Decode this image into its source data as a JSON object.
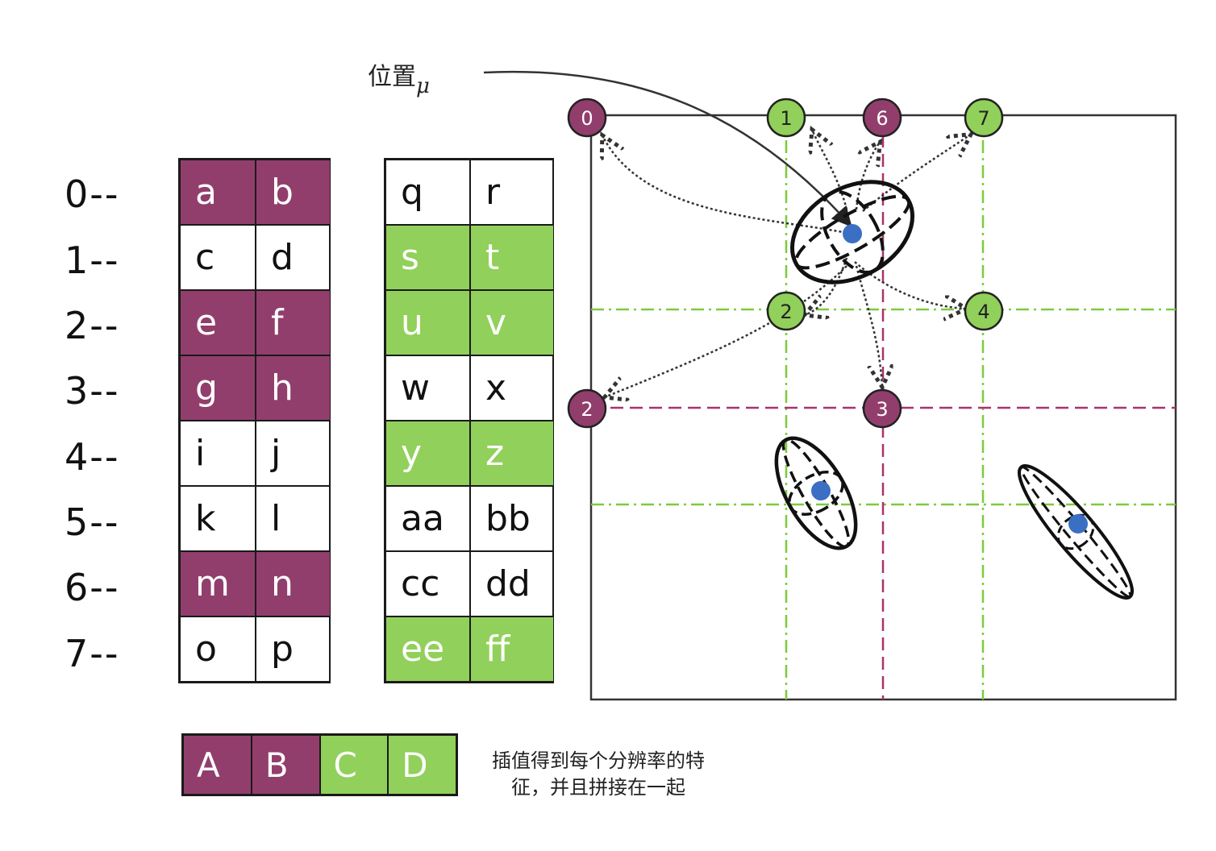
{
  "row_labels": [
    "0--",
    "1--",
    "2--",
    "3--",
    "4--",
    "5--",
    "6--",
    "7--"
  ],
  "table_left": {
    "rows": [
      [
        {
          "t": "a",
          "c": "m"
        },
        {
          "t": "b",
          "c": "m"
        }
      ],
      [
        {
          "t": "c",
          "c": "w"
        },
        {
          "t": "d",
          "c": "w"
        }
      ],
      [
        {
          "t": "e",
          "c": "m"
        },
        {
          "t": "f",
          "c": "m"
        }
      ],
      [
        {
          "t": "g",
          "c": "m"
        },
        {
          "t": "h",
          "c": "m"
        }
      ],
      [
        {
          "t": "i",
          "c": "w"
        },
        {
          "t": "j",
          "c": "w"
        }
      ],
      [
        {
          "t": "k",
          "c": "w"
        },
        {
          "t": "l",
          "c": "w"
        }
      ],
      [
        {
          "t": "m",
          "c": "m"
        },
        {
          "t": "n",
          "c": "m"
        }
      ],
      [
        {
          "t": "o",
          "c": "w"
        },
        {
          "t": "p",
          "c": "w"
        }
      ]
    ]
  },
  "table_right": {
    "rows": [
      [
        {
          "t": "q",
          "c": "w"
        },
        {
          "t": "r",
          "c": "w"
        }
      ],
      [
        {
          "t": "s",
          "c": "g"
        },
        {
          "t": "t",
          "c": "g"
        }
      ],
      [
        {
          "t": "u",
          "c": "g"
        },
        {
          "t": "v",
          "c": "g"
        }
      ],
      [
        {
          "t": "w",
          "c": "w"
        },
        {
          "t": "x",
          "c": "w"
        }
      ],
      [
        {
          "t": "y",
          "c": "g"
        },
        {
          "t": "z",
          "c": "g"
        }
      ],
      [
        {
          "t": "aa",
          "c": "w"
        },
        {
          "t": "bb",
          "c": "w"
        }
      ],
      [
        {
          "t": "cc",
          "c": "w"
        },
        {
          "t": "dd",
          "c": "w"
        }
      ],
      [
        {
          "t": "ee",
          "c": "g"
        },
        {
          "t": "ff",
          "c": "g"
        }
      ]
    ]
  },
  "combined": [
    {
      "t": "A",
      "c": "m"
    },
    {
      "t": "B",
      "c": "m"
    },
    {
      "t": "C",
      "c": "g"
    },
    {
      "t": "D",
      "c": "g"
    }
  ],
  "caption_lines": [
    "插值得到每个分辨率的特",
    "征，并且拼接在一起"
  ],
  "position_label": {
    "text": "位置",
    "symbol": "μ"
  },
  "grid_nodes": [
    {
      "label": "0",
      "color": "magenta"
    },
    {
      "label": "1",
      "color": "green"
    },
    {
      "label": "6",
      "color": "magenta"
    },
    {
      "label": "7",
      "color": "green"
    },
    {
      "label": "2",
      "color": "green"
    },
    {
      "label": "4",
      "color": "green"
    },
    {
      "label": "2",
      "color": "magenta"
    },
    {
      "label": "3",
      "color": "magenta"
    }
  ],
  "colors": {
    "magenta": "#923e6c",
    "green": "#91d05a",
    "grid_green": "#7dcb3c",
    "grid_magenta": "#a8336e",
    "point_blue": "#3a6fc4",
    "white": "#ffffff"
  }
}
